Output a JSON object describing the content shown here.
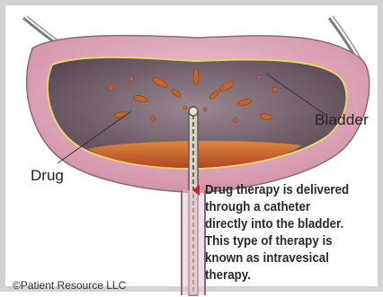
{
  "labels": {
    "bladder": "Bladder",
    "drug": "Drug"
  },
  "caption": {
    "text": "Drug therapy is delivered through a catheter directly into the bladder. This type of therapy is known as intravesical therapy.",
    "arrow_color": "#d81e1e"
  },
  "copyright": "©Patient Resource LLC",
  "colors": {
    "bladder_wall": "#d9a3b6",
    "bladder_lumen": "#7a6471",
    "drug": "#c7622a",
    "border": "#d3d3d3"
  }
}
